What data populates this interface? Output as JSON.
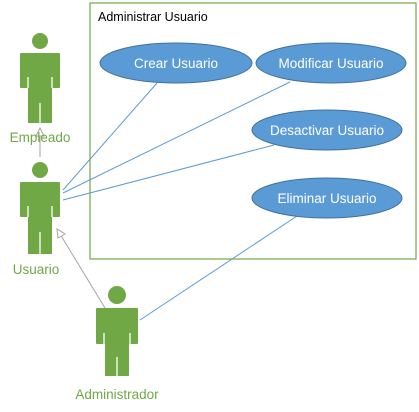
{
  "diagram": {
    "system_boundary": {
      "title": "Administrar Usuario"
    },
    "use_cases": [
      {
        "id": "crear",
        "label": "Crear Usuario"
      },
      {
        "id": "modificar",
        "label": "Modificar Usuario"
      },
      {
        "id": "desactivar",
        "label": "Desactivar Usuario"
      },
      {
        "id": "eliminar",
        "label": "Eliminar Usuario"
      }
    ],
    "actors": [
      {
        "id": "empleado",
        "label": "Empleado"
      },
      {
        "id": "usuario",
        "label": "Usuario"
      },
      {
        "id": "administrador",
        "label": "Administrador"
      }
    ],
    "associations": [
      {
        "from": "usuario",
        "to": "crear"
      },
      {
        "from": "usuario",
        "to": "modificar"
      },
      {
        "from": "usuario",
        "to": "desactivar"
      },
      {
        "from": "administrador",
        "to": "eliminar"
      }
    ],
    "generalizations": [
      {
        "child": "usuario",
        "parent": "empleado"
      },
      {
        "child": "administrador",
        "parent": "usuario"
      }
    ],
    "colors": {
      "actor": "#71A846",
      "use_case_fill": "#5B9BD5",
      "use_case_border": "#41719C",
      "use_case_text": "#FFFFFF",
      "boundary": "#71A846",
      "line": "#5B9BD5",
      "generalization": "#A5A5A5"
    }
  }
}
